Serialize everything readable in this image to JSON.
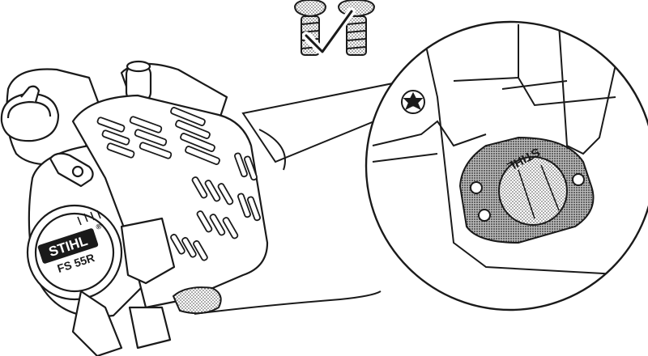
{
  "illustration": {
    "engine_badge": {
      "brand": "STIHL",
      "registered_mark": "®",
      "model": "FS 55R"
    },
    "detail_gasket": {
      "brand": "STIHL"
    },
    "icons": [
      "screw-with-checkmark-icon",
      "torx-screw-icon"
    ],
    "colors": {
      "line": "#1a1a1a",
      "stipple": "#8a8a8a",
      "background": "#ffffff"
    }
  }
}
